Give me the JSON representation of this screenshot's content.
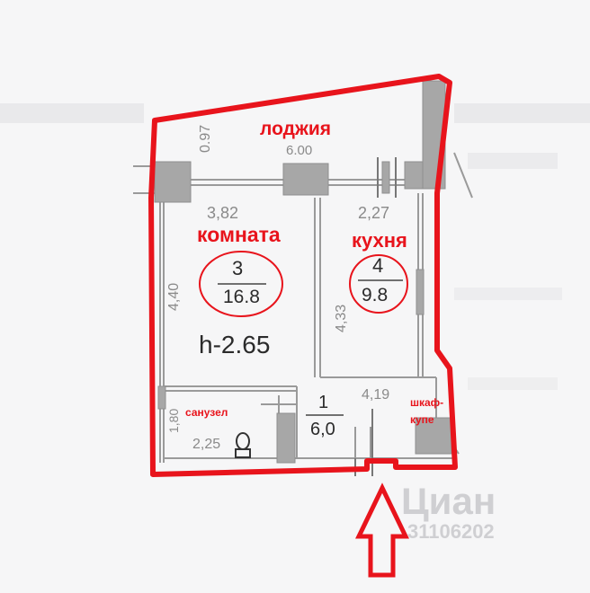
{
  "plan": {
    "ceiling_height": "h-2.65",
    "watermark": {
      "brand": "Циан",
      "id": "31106202"
    },
    "rooms": [
      {
        "key": "loggia",
        "label": "лоджия"
      },
      {
        "key": "room",
        "label": "комната",
        "number": "3",
        "area": "16.8"
      },
      {
        "key": "kitchen",
        "label": "кухня",
        "number": "4",
        "area": "9.8"
      },
      {
        "key": "hall",
        "number": "1",
        "area": "6,0"
      },
      {
        "key": "bathroom",
        "label": "санузел"
      },
      {
        "key": "wardrobe",
        "label_line1": "шкаф-",
        "label_line2": "купе"
      }
    ],
    "dimensions": {
      "loggia_depth": "0.97",
      "loggia_width": "6.00",
      "room_width": "3,82",
      "room_length": "4,40",
      "kitchen_width": "2,27",
      "kitchen_length": "4,33",
      "hall_length": "4,19",
      "bath_depth": "1,80",
      "bath_width": "2,25"
    },
    "colors": {
      "annotation": "#e8141c",
      "walls": "#9a9a9a",
      "background": "#f6f6f7"
    }
  }
}
